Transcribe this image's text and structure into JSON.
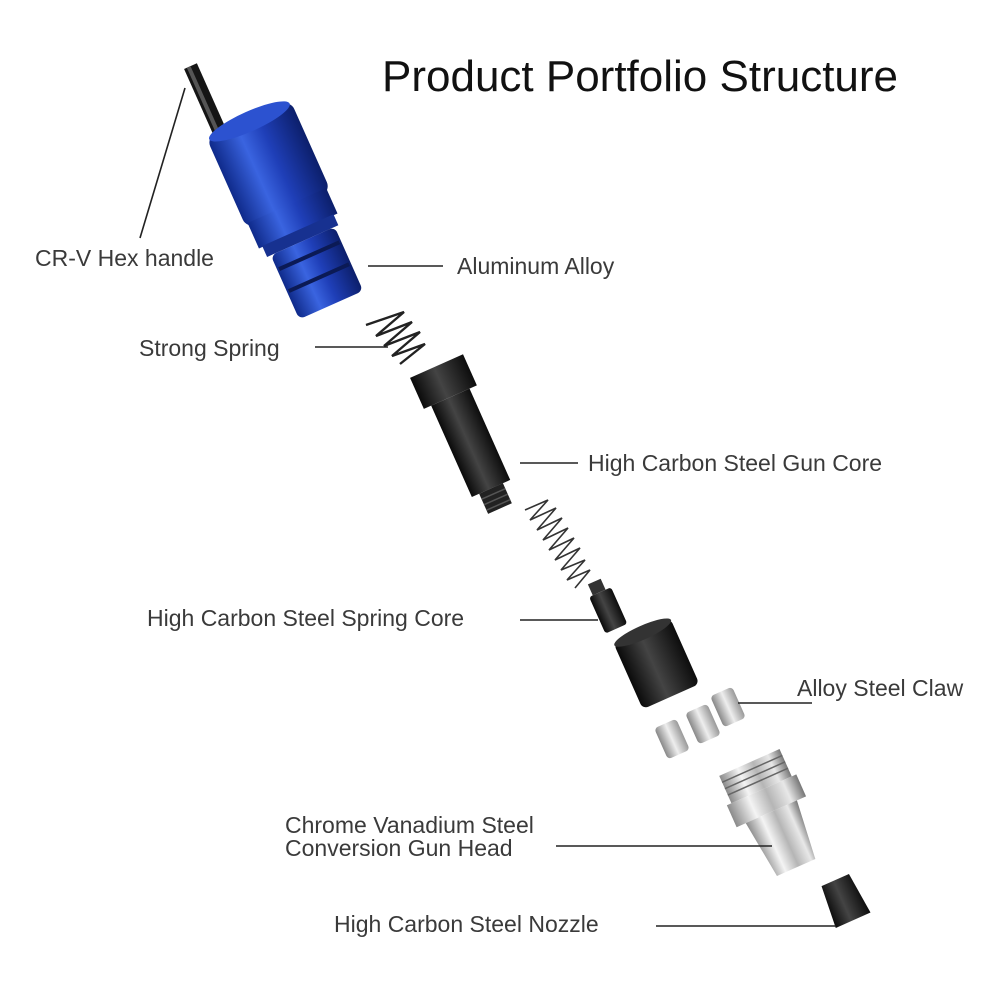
{
  "title": "Product Portfolio Structure",
  "parts": {
    "hex_handle": "CR-V Hex handle",
    "aluminum_alloy": "Aluminum Alloy",
    "strong_spring": "Strong Spring",
    "gun_core": "High Carbon Steel Gun Core",
    "spring_core": "High Carbon Steel Spring Core",
    "alloy_claw": "Alloy Steel Claw",
    "gun_head_line1": "Chrome Vanadium Steel",
    "gun_head_line2": "Conversion Gun Head",
    "nozzle": "High Carbon Steel Nozzle"
  },
  "colors": {
    "handle_blue": "#1f3fb8",
    "black_part": "#1a1a1a",
    "chrome": "#c9c9c9",
    "claw_silver": "#bdbdbd"
  }
}
